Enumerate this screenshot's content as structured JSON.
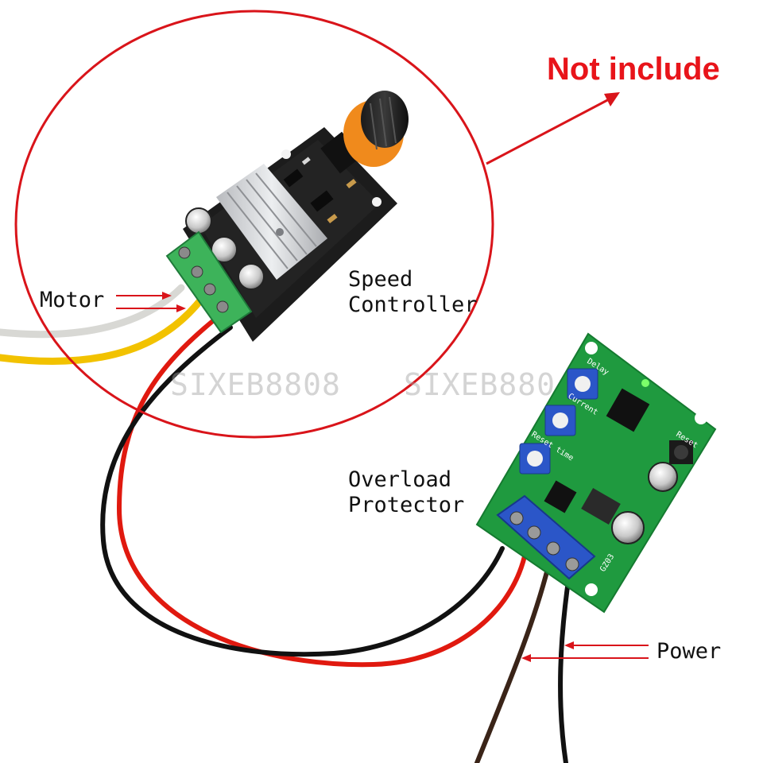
{
  "headline": {
    "text": "Not include",
    "color": "#e8141a"
  },
  "labels": {
    "motor": "Motor",
    "speed_controller_line1": "Speed",
    "speed_controller_line2": "Controller",
    "overload_protector_line1": "Overload",
    "overload_protector_line2": "Protector",
    "power": "Power"
  },
  "watermark": {
    "text1": "SIXEB8808",
    "text2": "SIXEB880"
  },
  "protector_board": {
    "silkscreen": {
      "delay": "Delay",
      "current": "Current",
      "reset_time": "Reset time",
      "reset_button": "Reset",
      "model": "GZ03"
    }
  },
  "colors": {
    "circle": "#d9141a",
    "wire_red": "#e0190f",
    "wire_black": "#111111",
    "wire_brown": "#3a2418",
    "wire_white": "#f1f1ee",
    "wire_yellow": "#f2c200",
    "terminal_green": "#3db35a",
    "terminal_blue": "#2b56c8",
    "pcb_green": "#1f9a3f",
    "heatsink": "#c9cbcf",
    "knob_orange": "#f08a1c"
  }
}
